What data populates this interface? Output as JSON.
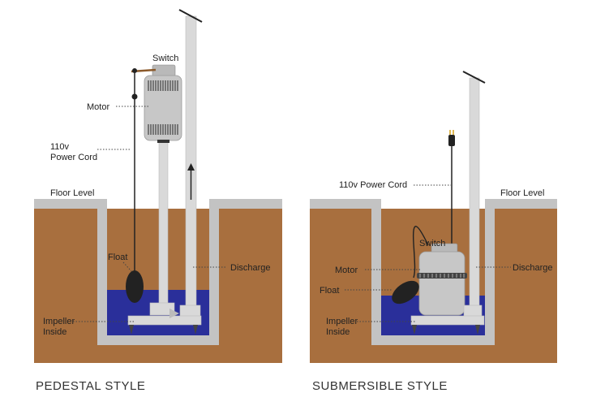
{
  "pedestal": {
    "title": "PEDESTAL STYLE",
    "labels": {
      "switch": "Switch",
      "motor": "Motor",
      "power_cord_1": "110v",
      "power_cord_2": "Power Cord",
      "floor_level": "Floor Level",
      "float": "Float",
      "discharge": "Discharge",
      "impeller_1": "Impeller",
      "impeller_2": "Inside"
    }
  },
  "submersible": {
    "title": "SUBMERSIBLE STYLE",
    "labels": {
      "power_cord": "110v Power Cord",
      "floor_level": "Floor Level",
      "switch": "Switch",
      "motor": "Motor",
      "discharge": "Discharge",
      "float": "Float",
      "impeller_1": "Impeller",
      "impeller_2": "Inside"
    }
  },
  "colors": {
    "soil": "#a86f3e",
    "concrete": "#c3c3c3",
    "water": "#2a2f9a",
    "pipe": "#d9d9d9",
    "motor": "#c7c7c7",
    "float": "#222222"
  }
}
